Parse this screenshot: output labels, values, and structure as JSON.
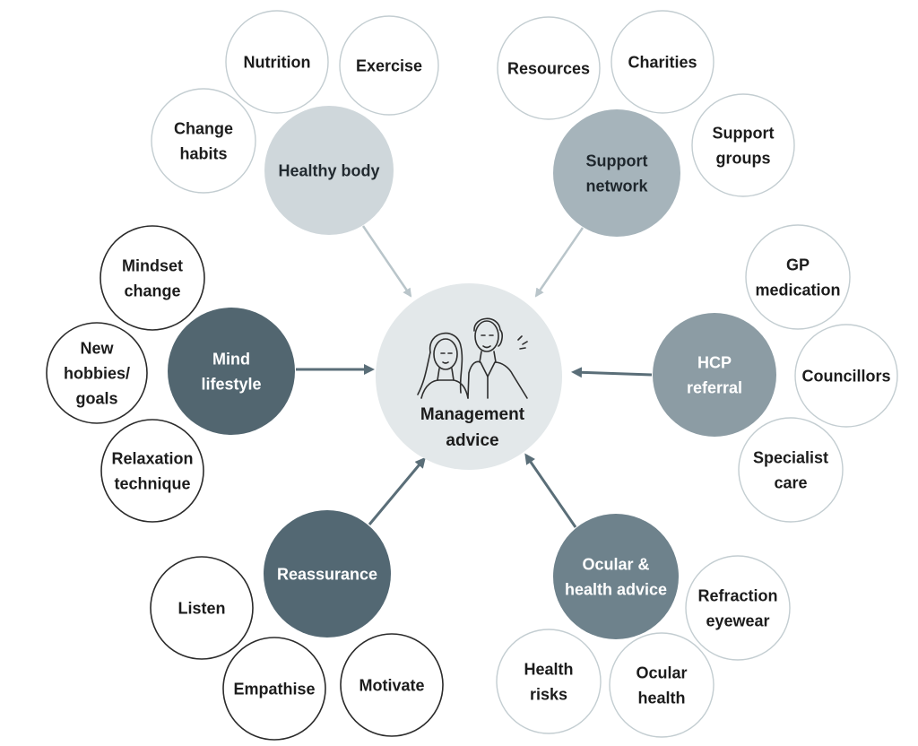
{
  "center": {
    "line1": "Management",
    "line2": "advice"
  },
  "hubs": [
    {
      "key": "healthy_body",
      "lines": [
        "Healthy body"
      ],
      "color": "#cfd7db",
      "text_color": "#222a30",
      "satellites": [
        {
          "lines": [
            "Nutrition"
          ]
        },
        {
          "lines": [
            "Exercise"
          ]
        },
        {
          "lines": [
            "Change",
            "habits"
          ]
        }
      ]
    },
    {
      "key": "support_network",
      "lines": [
        "Support",
        "network"
      ],
      "color": "#a6b4bb",
      "text_color": "#1f272d",
      "satellites": [
        {
          "lines": [
            "Resources"
          ]
        },
        {
          "lines": [
            "Charities"
          ]
        },
        {
          "lines": [
            "Support",
            "groups"
          ]
        }
      ]
    },
    {
      "key": "mind_lifestyle",
      "lines": [
        "Mind",
        "lifestyle"
      ],
      "color": "#526670",
      "text_color": "#ffffff",
      "satellites": [
        {
          "lines": [
            "Mindset",
            "change"
          ]
        },
        {
          "lines": [
            "New",
            "hobbies/",
            "goals"
          ]
        },
        {
          "lines": [
            "Relaxation",
            "technique"
          ]
        }
      ]
    },
    {
      "key": "hcp_referral",
      "lines": [
        "HCP",
        "referral"
      ],
      "color": "#8c9ca4",
      "text_color": "#ffffff",
      "satellites": [
        {
          "lines": [
            "GP",
            "medication"
          ]
        },
        {
          "lines": [
            "Councillors"
          ]
        },
        {
          "lines": [
            "Specialist",
            "care"
          ]
        }
      ]
    },
    {
      "key": "reassurance",
      "lines": [
        "Reassurance"
      ],
      "color": "#536873",
      "text_color": "#ffffff",
      "satellites": [
        {
          "lines": [
            "Listen"
          ]
        },
        {
          "lines": [
            "Empathise"
          ]
        },
        {
          "lines": [
            "Motivate"
          ]
        }
      ]
    },
    {
      "key": "ocular_health_advice",
      "lines": [
        "Ocular &",
        "health advice"
      ],
      "color": "#6e828c",
      "text_color": "#ffffff",
      "satellites": [
        {
          "lines": [
            "Refraction",
            "eyewear"
          ]
        },
        {
          "lines": [
            "Health",
            "risks"
          ]
        },
        {
          "lines": [
            "Ocular",
            "health"
          ]
        }
      ]
    }
  ],
  "colors": {
    "center_fill": "#e3e8ea",
    "outline_light": "#c3cdd1",
    "outline_dark": "#2b2b2b",
    "arrow_light": "#b9c5ca",
    "arrow_dark": "#5a6e78"
  }
}
